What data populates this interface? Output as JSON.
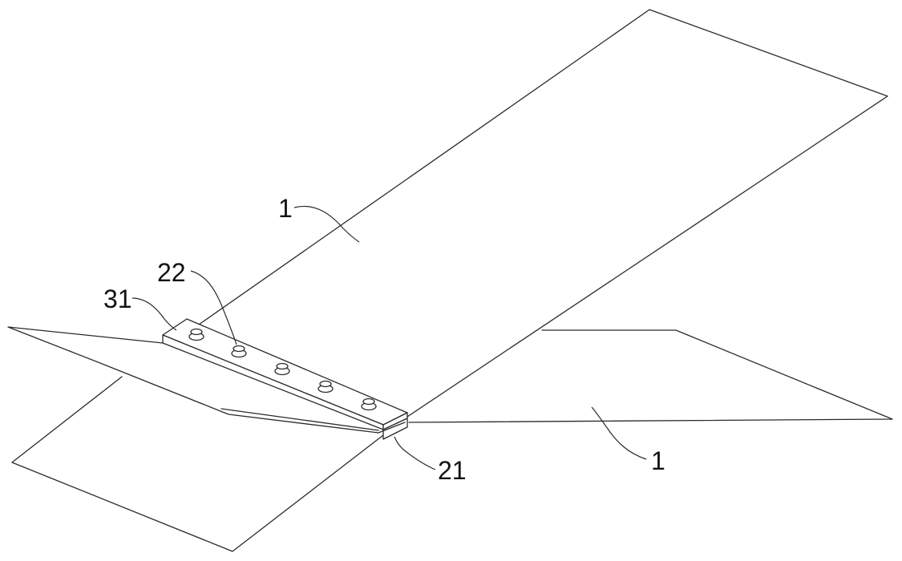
{
  "figure": {
    "background": "#ffffff",
    "line_color": "#2a2a2a",
    "labels": {
      "plate_upper": "1",
      "plate_lower": "1",
      "bolt": "22",
      "clamp_bar": "31",
      "base_block": "21"
    },
    "bolt_count": 5
  }
}
